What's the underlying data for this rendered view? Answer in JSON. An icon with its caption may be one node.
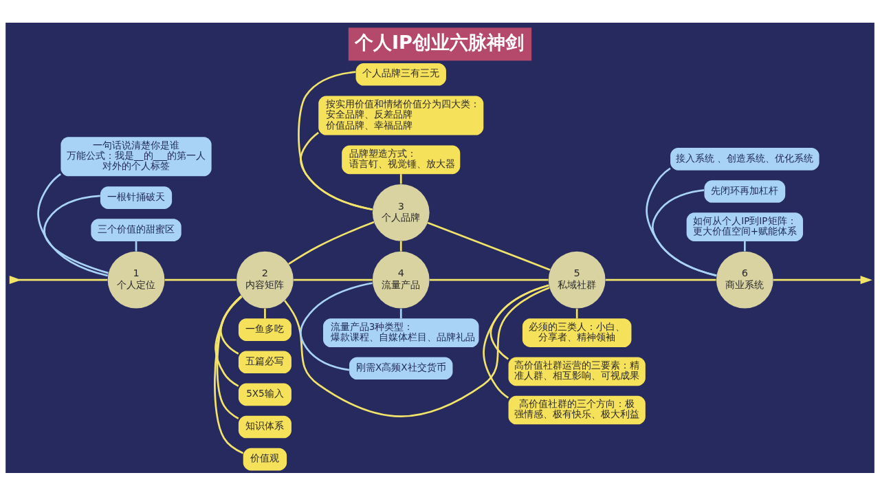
{
  "diagram": {
    "title": "个人IP创业六脉神剑",
    "nodes": [
      {
        "text": [
          "1",
          "个人定位"
        ]
      },
      {
        "text": [
          "2",
          "内容矩阵"
        ]
      },
      {
        "text": [
          "3",
          "个人品牌"
        ]
      },
      {
        "text": [
          "4",
          "流量产品"
        ]
      },
      {
        "text": [
          "5",
          "私域社群"
        ]
      },
      {
        "text": [
          "6",
          "商业系统"
        ]
      },
      {
        "text": [
          "一句话说清楚你是谁",
          "万能公式：我是__的___的第一人",
          "对外的个人标签"
        ]
      },
      {
        "text": [
          "一根针捅破天"
        ]
      },
      {
        "text": [
          "三个价值的甜蜜区"
        ]
      },
      {
        "text": [
          "价值观"
        ]
      },
      {
        "text": [
          "知识体系"
        ]
      },
      {
        "text": [
          "5X5输入"
        ]
      },
      {
        "text": [
          "五篇必写"
        ]
      },
      {
        "text": [
          "一鱼多吃"
        ]
      },
      {
        "text": [
          "个人品牌三有三无"
        ]
      },
      {
        "text": [
          "按实用价值和情绪价值分为四大类：",
          "安全品牌、反差品牌",
          "价值品牌、幸福品牌"
        ]
      },
      {
        "text": [
          "品牌塑造方式：",
          "语言钉、视觉锤、放大器"
        ]
      },
      {
        "text": [
          "刚需X高频X社交货币"
        ]
      },
      {
        "text": [
          "流量产品3种类型：",
          "爆款课程、自媒体栏目、品牌礼品"
        ]
      },
      {
        "text": [
          "高价值社群的三个方向：极强情感、极有快乐、极大利益"
        ]
      },
      {
        "text": [
          "高价值社群运营的三要素：精准人群、相互影响、可视成果"
        ]
      },
      {
        "text": [
          "必须的三类人：小白、分享者、精神领袖"
        ]
      },
      {
        "text": [
          "接入系统 、创造系统、优化系统"
        ]
      },
      {
        "text": [
          "先闭环再加杠杆"
        ]
      },
      {
        "text": [
          "如何从个人IP到IP矩阵：更大价值空间+赋能体系"
        ]
      }
    ],
    "edges": [
      {
        "from": null,
        "to": 0,
        "arrow": "to"
      },
      {
        "from": 0,
        "to": 1,
        "arrow": "none"
      },
      {
        "from": 1,
        "to": 2,
        "arrow": "none"
      },
      {
        "from": 1,
        "to": 4,
        "arrow": "none"
      },
      {
        "from": 1,
        "to": 3,
        "arrow": "none"
      },
      {
        "from": 2,
        "to": 3,
        "arrow": "none"
      },
      {
        "from": 2,
        "to": 4,
        "arrow": "none"
      },
      {
        "from": 3,
        "to": 4,
        "arrow": "none"
      },
      {
        "from": 4,
        "to": 5,
        "arrow": "none"
      },
      {
        "from": 5,
        "to": null,
        "arrow": "to"
      },
      {
        "from": 6,
        "to": 0,
        "arrow": "none",
        "color": "#a9d3f6"
      },
      {
        "from": 7,
        "to": 0,
        "arrow": "none",
        "color": "#a9d3f6"
      },
      {
        "from": 8,
        "to": 0,
        "arrow": "none",
        "color": "#a9d3f6"
      },
      {
        "from": 1,
        "to": 9,
        "arrow": "none"
      },
      {
        "from": 1,
        "to": 10,
        "arrow": "none"
      },
      {
        "from": 1,
        "to": 11,
        "arrow": "none"
      },
      {
        "from": 1,
        "to": 12,
        "arrow": "none"
      },
      {
        "from": 1,
        "to": 13,
        "arrow": "none"
      },
      {
        "from": 14,
        "to": 2,
        "arrow": "none"
      },
      {
        "from": 15,
        "to": 2,
        "arrow": "none"
      },
      {
        "from": 16,
        "to": 2,
        "arrow": "none"
      },
      {
        "from": 3,
        "to": 17,
        "arrow": "none",
        "color": "#a9d3f6"
      },
      {
        "from": 3,
        "to": 18,
        "arrow": "none",
        "color": "#a9d3f6"
      },
      {
        "from": 4,
        "to": 19,
        "arrow": "none"
      },
      {
        "from": 4,
        "to": 20,
        "arrow": "none"
      },
      {
        "from": 4,
        "to": 21,
        "arrow": "none"
      },
      {
        "from": 22,
        "to": 5,
        "arrow": "none",
        "color": "#a9d3f6"
      },
      {
        "from": 23,
        "to": 5,
        "arrow": "none",
        "color": "#a9d3f6"
      },
      {
        "from": 24,
        "to": 5,
        "arrow": "none",
        "color": "#a9d3f6"
      }
    ]
  }
}
